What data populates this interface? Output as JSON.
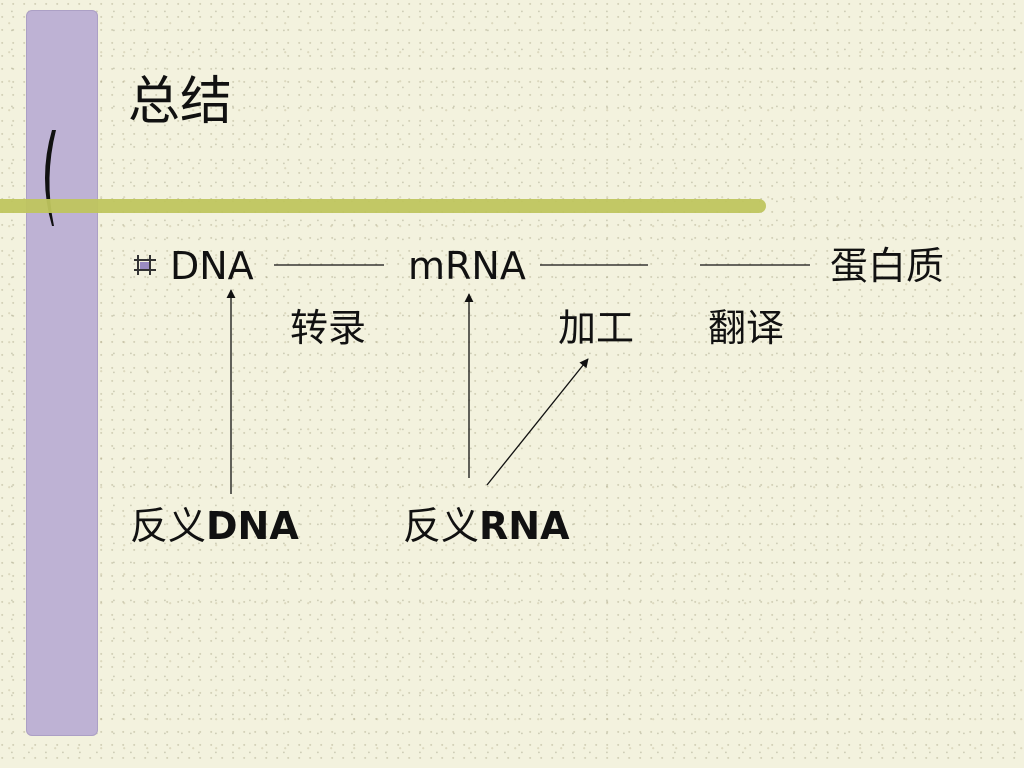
{
  "slide": {
    "title": "总结",
    "nodes": {
      "dna": "DNA",
      "mrna": "mRNA",
      "protein": "蛋白质",
      "antisense_dna_prefix": "反义",
      "antisense_dna_suffix": "DNA",
      "antisense_rna_prefix": "反义",
      "antisense_rna_suffix": "RNA"
    },
    "steps": {
      "transcription": "转录",
      "processing": "加工",
      "translation": "翻译"
    }
  },
  "colors": {
    "side_bar": "#beb2d4",
    "rule": "#bfc55e",
    "background": "#f3f2de",
    "text": "#111111"
  }
}
